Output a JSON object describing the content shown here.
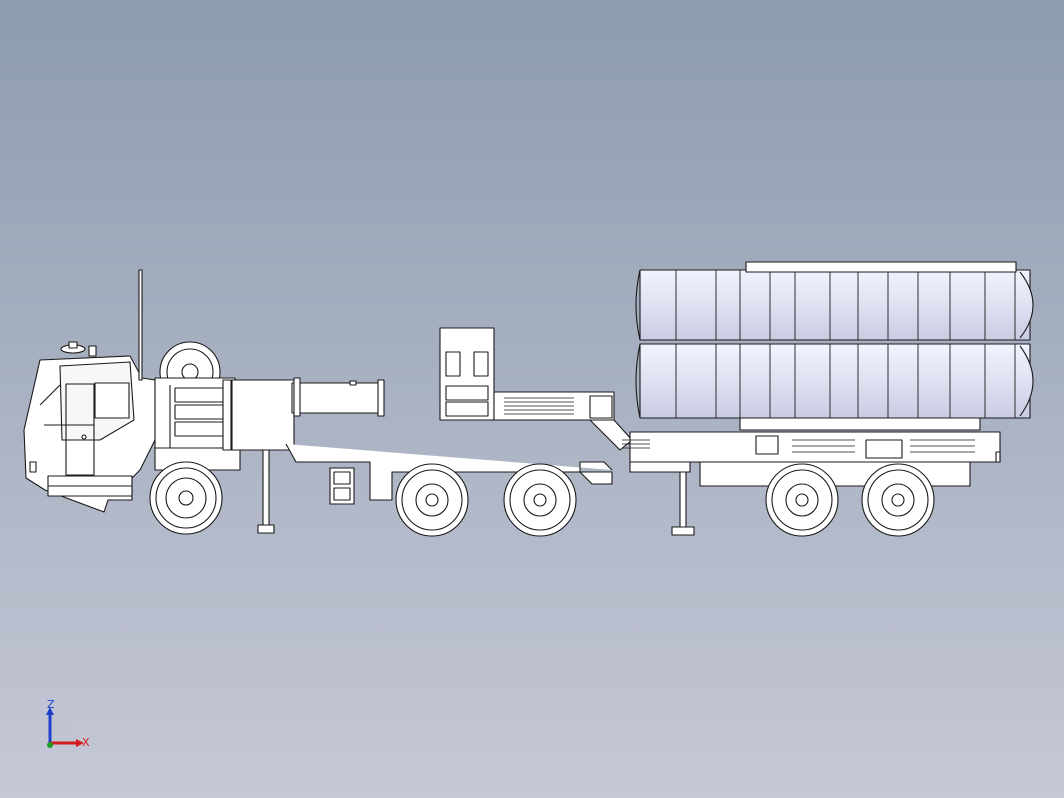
{
  "triad": {
    "z_label": "Z",
    "x_label": "X",
    "z_color": "#1f3fcf",
    "x_color": "#d41c1c",
    "y_color": "#1e9b22"
  },
  "model": {
    "line_color": "#1a1a1a",
    "fill_color": "#ffffff",
    "canister_fill": "#e2e4f4",
    "view": "side"
  },
  "background": {
    "top_color": "#8d9caf",
    "bottom_color": "#c6c8d6"
  }
}
